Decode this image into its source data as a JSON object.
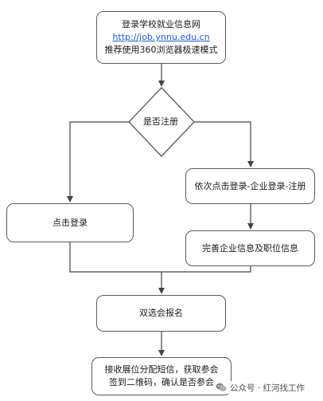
{
  "nodes": {
    "login_site": {
      "line1": "登录学校就业信息网",
      "url": "http://job.ynnu.edu.cn",
      "line3": "推荐使用360浏览器极速模式"
    },
    "registered_question": "是否注册",
    "click_login": "点击登录",
    "register_path": "依次点击登录-企业登录-注册",
    "complete_info": "完善企业信息及职位信息",
    "job_fair_signup": "双选会报名",
    "final_step": {
      "line1": "接收展位分配短信，获取参会",
      "line2": "签到二维码，确认是否参会"
    }
  },
  "watermark": {
    "text": "公众号 · 红河找工作",
    "icon": "wechat-icon"
  }
}
